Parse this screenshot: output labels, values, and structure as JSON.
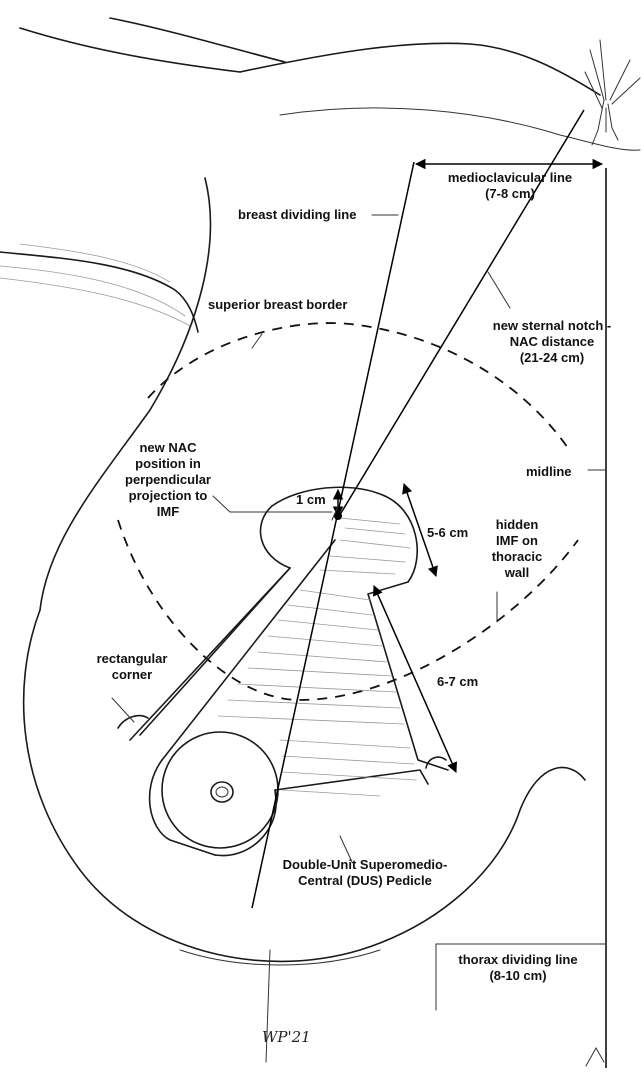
{
  "labels": {
    "medioclavicular_line": "medioclavicular line\n(7-8 cm)",
    "breast_dividing_line": "breast dividing line",
    "superior_breast_border": "superior breast border",
    "new_sternal_notch": "new sternal notch -\nNAC distance\n(21-24 cm)",
    "new_nac_position": "new NAC\nposition in\nperpendicular\nprojection to\nIMF",
    "one_cm": "1 cm",
    "midline": "midline",
    "five_six_cm": "5-6 cm",
    "hidden_imf": "hidden\nIMF on\nthoracic\nwall",
    "rectangular_corner": "rectangular\ncorner",
    "six_seven_cm": "6-7 cm",
    "dus_pedicle": "Double-Unit Superomedio-\nCentral (DUS) Pedicle",
    "thorax_dividing_line": "thorax dividing line\n(8-10 cm)"
  },
  "signature": "WP'21"
}
